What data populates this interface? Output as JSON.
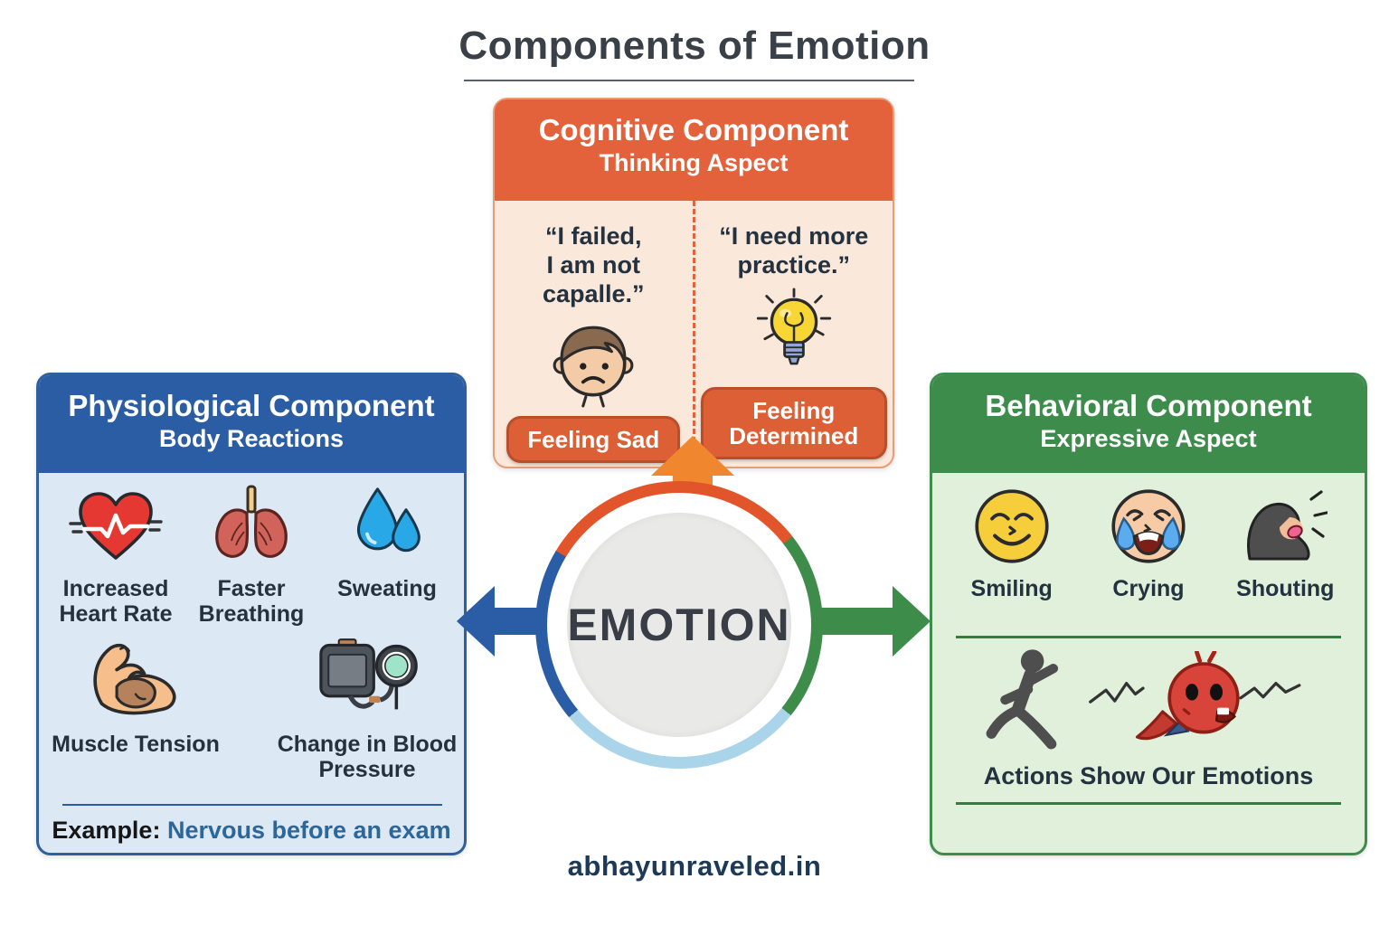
{
  "title": "Components of Emotion",
  "watermark": "abhayunraveled.in",
  "center": {
    "label": "EMOTION"
  },
  "colors": {
    "orange_header": "#E3613B",
    "peach_body": "#FAE8DB",
    "badge_orange": "#DC5F35",
    "arrow_orange": "#F0872E",
    "ring_orange": "#E2552B",
    "blue_header": "#2B5DA4",
    "light_blue_body": "#DCE9F4",
    "green_header": "#3E8C4C",
    "light_green_body": "#E0F0DA",
    "ring_light_blue": "#A9D4E9",
    "text_navy": "#24313F",
    "example_blue": "#2D6699",
    "title_gray": "#3A4047",
    "watermark_navy": "#1C3A57"
  },
  "panels": {
    "cognitive": {
      "title": "Cognitive Component",
      "subtitle": "Thinking Aspect",
      "columns": [
        {
          "quote_line1": "“I failed,",
          "quote_line2": "I am not capalle.”",
          "icon": "sad-face-icon",
          "badge": "Feeling Sad"
        },
        {
          "quote_line1": "“I need more",
          "quote_line2": "practice.”",
          "icon": "lightbulb-icon",
          "badge": "Feeling Determined"
        }
      ]
    },
    "physiological": {
      "title": "Physiological Component",
      "subtitle": "Body Reactions",
      "row1": [
        {
          "icon": "heart-rate-icon",
          "label": "Increased Heart Rate"
        },
        {
          "icon": "lungs-icon",
          "label": "Faster Breathing"
        },
        {
          "icon": "sweat-drops-icon",
          "label": "Sweating"
        }
      ],
      "row2": [
        {
          "icon": "muscle-arm-icon",
          "label": "Muscle Tension"
        },
        {
          "icon": "blood-pressure-monitor-icon",
          "label": "Change in Blood Pressure"
        }
      ],
      "example_label": "Example:",
      "example_text": "Nervous before an exam"
    },
    "behavioral": {
      "title": "Behavioral Component",
      "subtitle": "Expressive Aspect",
      "row1": [
        {
          "icon": "smiling-face-icon",
          "label": "Smiling"
        },
        {
          "icon": "crying-face-icon",
          "label": "Crying"
        },
        {
          "icon": "shouting-person-icon",
          "label": "Shouting"
        }
      ],
      "row2_icons": [
        "running-person-icon",
        "angry-figure-icon"
      ],
      "caption": "Actions Show Our Emotions"
    }
  }
}
